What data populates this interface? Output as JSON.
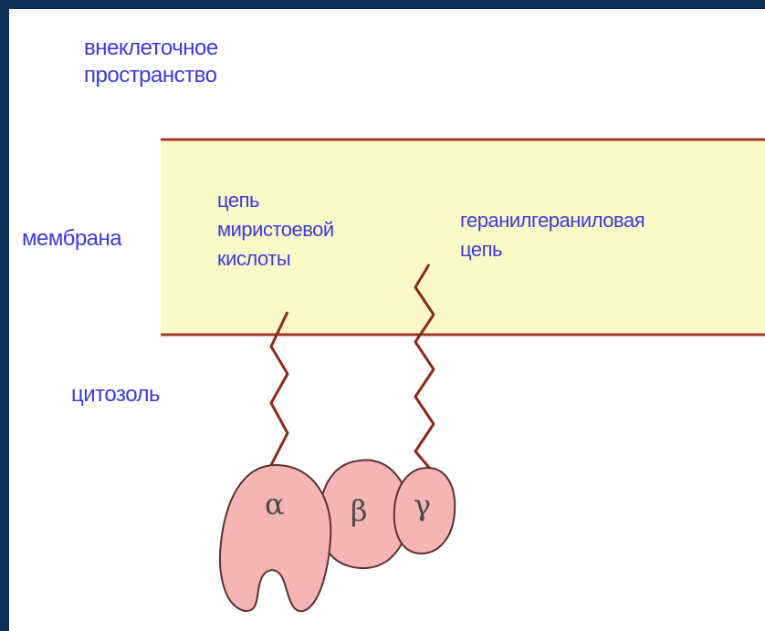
{
  "labels": {
    "extracellular": "внеклеточное\nпространство",
    "membrane": "мембрана",
    "cytosol": "цитозоль",
    "myristoyl_chain": "цепь\nмиристоевой\nкислоты",
    "geranylgeranyl_chain": "геранилгераниловая\nцепь"
  },
  "subunits": {
    "alpha": "α",
    "beta": "β",
    "gamma": "γ"
  },
  "colors": {
    "frame": "#0b2f57",
    "label_text": "#3e3ad6",
    "membrane_fill": "#fafac8",
    "membrane_edge": "#a0382c",
    "anchor_chain": "#8b2a1c",
    "subunit_fill": "#f5b5b5",
    "subunit_stroke": "#5a3030"
  }
}
